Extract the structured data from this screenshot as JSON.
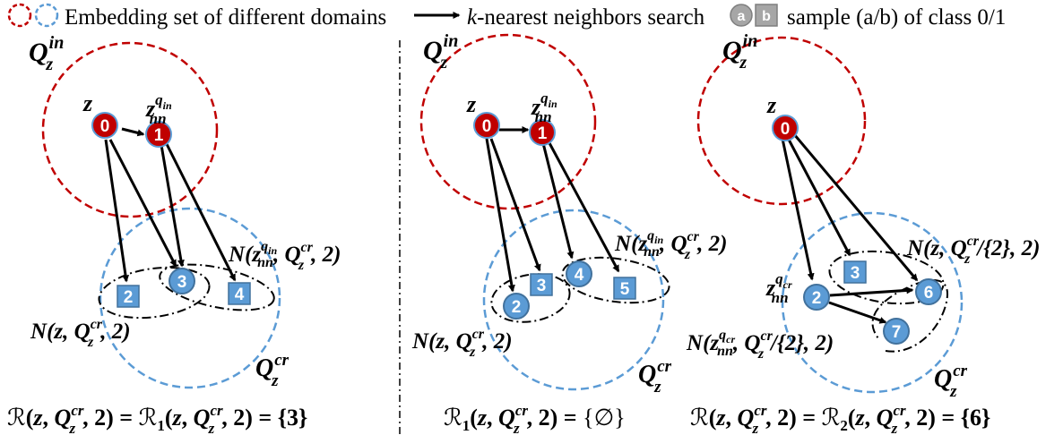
{
  "colors": {
    "red_fill": "#c00000",
    "red_dash": "#c00000",
    "blue_fill": "#5b9bd5",
    "blue_stroke": "#41719c",
    "blue_dash": "#5b9bd5",
    "gray_fill": "#a6a6a6",
    "ink": "#000000"
  },
  "legend": {
    "embedding_text": "Embedding set of different domains",
    "knn_k": "k",
    "knn_text": "-nearest neighbors search",
    "sample_a": "a",
    "sample_b": "b",
    "sample_text": "sample (a/b) of class 0/1"
  },
  "symbols": {
    "Q": "Q",
    "z": "z",
    "in": "in",
    "cr": "cr",
    "nn": "nn",
    "q": "q",
    "N": "N",
    "R": "ℛ",
    "two": "2",
    "slash_set": "/{2}"
  },
  "nodes": {
    "p1": [
      "0",
      "1",
      "2",
      "3",
      "4"
    ],
    "p2": [
      "0",
      "1",
      "2",
      "3",
      "4",
      "5"
    ],
    "p3": [
      "0",
      "2",
      "3",
      "6",
      "7"
    ]
  },
  "formulas": {
    "p1": {
      "set": "{3}"
    },
    "p2": {
      "set": "{∅}"
    },
    "p3": {
      "set": "{6}"
    }
  }
}
